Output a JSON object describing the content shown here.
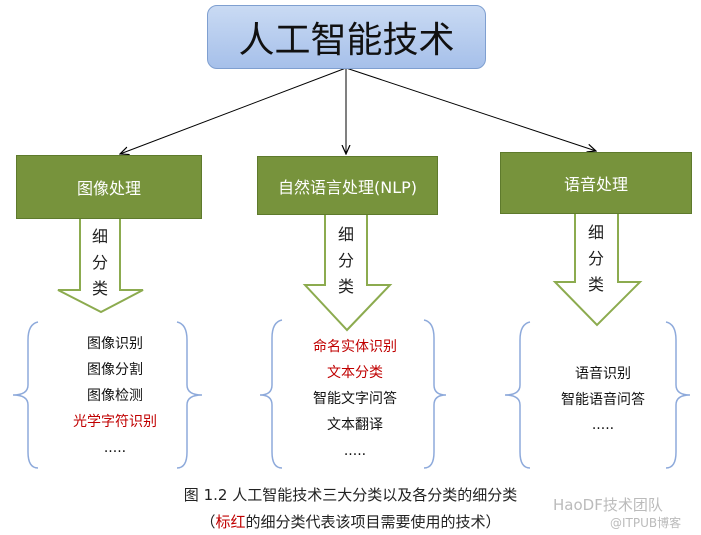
{
  "root": {
    "title": "人工智能技术"
  },
  "categories": [
    {
      "label": "图像处理",
      "arrow": [
        "细",
        "分",
        "类"
      ],
      "items": [
        {
          "t": "图像识别",
          "red": false
        },
        {
          "t": "图像分割",
          "red": false
        },
        {
          "t": "图像检测",
          "red": false
        },
        {
          "t": "光学字符识别",
          "red": true
        },
        {
          "t": ".....",
          "red": false
        }
      ]
    },
    {
      "label": "自然语言处理(NLP)",
      "arrow": [
        "细",
        "分",
        "类"
      ],
      "items": [
        {
          "t": "命名实体识别",
          "red": true
        },
        {
          "t": "文本分类",
          "red": true
        },
        {
          "t": "智能文字问答",
          "red": false
        },
        {
          "t": "文本翻译",
          "red": false
        },
        {
          "t": ".....",
          "red": false
        }
      ]
    },
    {
      "label": "语音处理",
      "arrow": [
        "细",
        "分",
        "类"
      ],
      "items": [
        {
          "t": "语音识别",
          "red": false
        },
        {
          "t": "智能语音问答",
          "red": false
        },
        {
          "t": ".....",
          "red": false
        }
      ]
    }
  ],
  "caption": {
    "line1": "图 1.2  人工智能技术三大分类以及各分类的细分类",
    "line2_open": "（",
    "line2_red": "标红",
    "line2_rest": "的细分类代表该项目需要使用的技术）"
  },
  "watermark": {
    "brand": "HaoDF技术团队",
    "source": "@ITPUB博客"
  },
  "colors": {
    "green": "#77933c",
    "blue": "#a6c0ea",
    "red": "#c00000",
    "brace": "#8eaadb"
  }
}
